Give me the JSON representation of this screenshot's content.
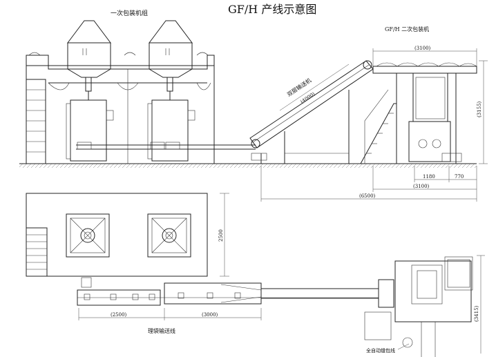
{
  "title": "GF/H 产线示意图",
  "labels": {
    "primary_packers": "一次包装机组",
    "secondary_packer": "GF/H 二次包装机",
    "double_conveyor": "双层输送机",
    "bag_arrange_conveyor": "理袋输送线",
    "auto_sewing_line": "全自动缝包线"
  },
  "dimensions": {
    "top_width": "(3100)",
    "height_right": "(3155)",
    "d1180": "1180",
    "d770": "770",
    "bottom_width": "(3100)",
    "total_length": "(6500)",
    "conveyor_len": "(4000)",
    "plan_depth": "2500",
    "plan_seg1": "(2500)",
    "plan_seg2": "(3000)",
    "plan_right": "(3415)"
  },
  "colors": {
    "line": "#222222",
    "background": "#ffffff"
  }
}
